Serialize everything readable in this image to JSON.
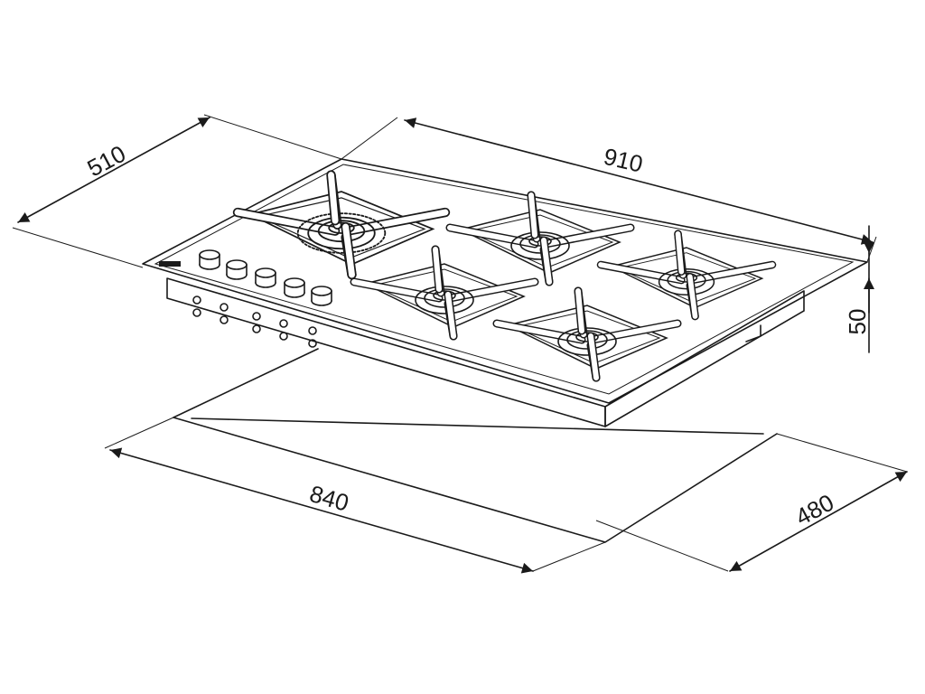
{
  "dimensions": {
    "top_depth": "510",
    "top_width": "910",
    "height": "50",
    "cutout_width": "840",
    "cutout_depth": "480"
  },
  "burners": [
    {
      "type": "wok"
    },
    {
      "type": "standard"
    },
    {
      "type": "standard"
    },
    {
      "type": "standard"
    },
    {
      "type": "standard"
    }
  ],
  "knobs_count": 5,
  "colors": {
    "line": "#1a1a1a",
    "background": "#ffffff"
  }
}
